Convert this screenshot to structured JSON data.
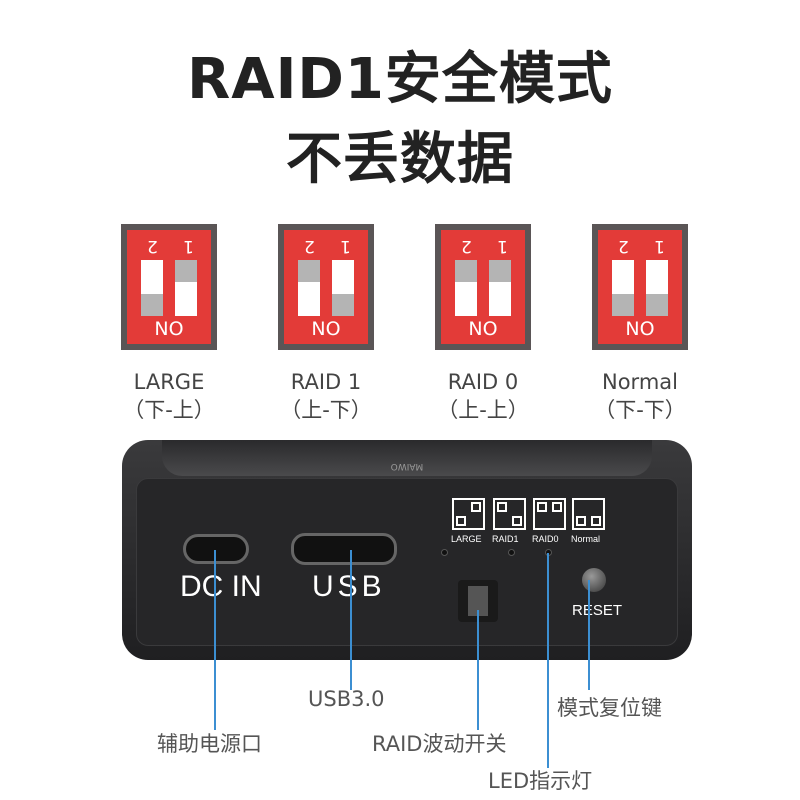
{
  "heading": {
    "line1": "RAID1安全模式",
    "line2": "不丢数据"
  },
  "dip_labels": {
    "switch1": "1",
    "switch2": "2",
    "on": "NO"
  },
  "modes": [
    {
      "name": "LARGE",
      "positions": "（下-上）",
      "switch2": "down",
      "switch1": "up"
    },
    {
      "name": "RAID 1",
      "positions": "（上-下）",
      "switch2": "up",
      "switch1": "down"
    },
    {
      "name": "RAID 0",
      "positions": "（上-上）",
      "switch2": "up",
      "switch1": "up"
    },
    {
      "name": "Normal",
      "positions": "（下-下）",
      "switch2": "down",
      "switch1": "down"
    }
  ],
  "device": {
    "top_print": "MAIWO",
    "dc_label": "DC IN",
    "usb_label": "USB",
    "reset_label": "RESET",
    "mode_marks": [
      "LARGE",
      "RAID1",
      "RAID0",
      "Normal"
    ]
  },
  "callouts": {
    "dc": "辅助电源口",
    "usb": "USB3.0",
    "dip": "RAID波动开关",
    "reset": "模式复位键",
    "led": "LED指示灯"
  },
  "colors": {
    "accent": "#e33b38",
    "line": "#3c8fd2"
  }
}
